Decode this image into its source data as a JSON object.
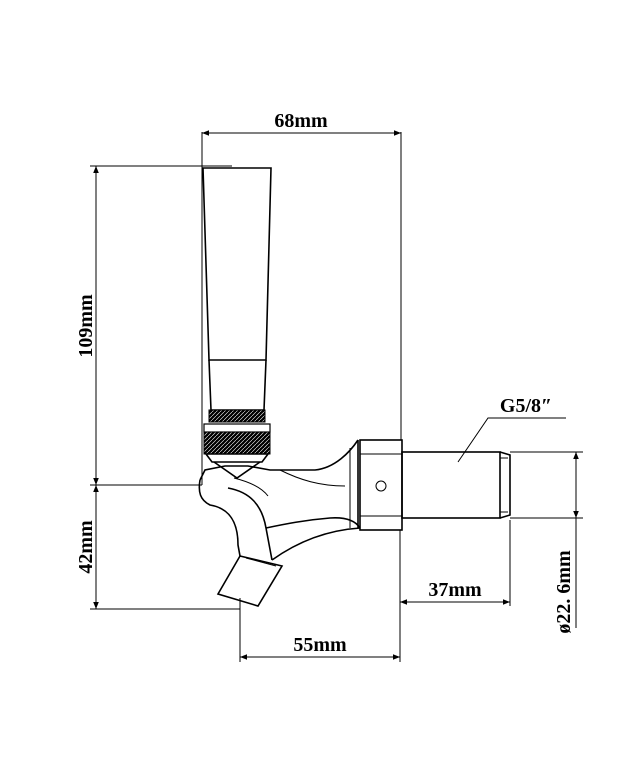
{
  "dimensions": {
    "total_width": "68mm",
    "handle_height": "109mm",
    "spout_height": "42mm",
    "spout_width": "55mm",
    "shank_length": "37mm",
    "shank_diameter": "ø22. 6mm",
    "thread": "G5/8″"
  },
  "colors": {
    "line": "#000000",
    "background": "#ffffff"
  }
}
